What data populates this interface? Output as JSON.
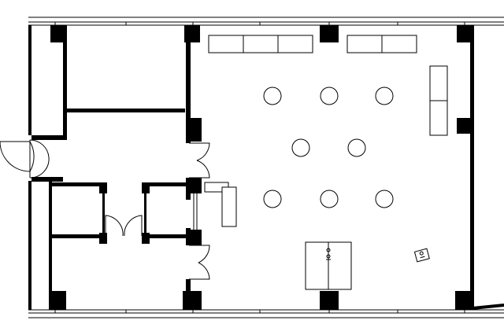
{
  "diagram": {
    "type": "architectural-floor-plan",
    "view": "top-down",
    "colors": {
      "line": "#000000",
      "background": "#ffffff"
    },
    "elements": {
      "columns": 9,
      "round_tables": 8,
      "swing_doors": 6,
      "rectangular_counters": 5
    }
  }
}
